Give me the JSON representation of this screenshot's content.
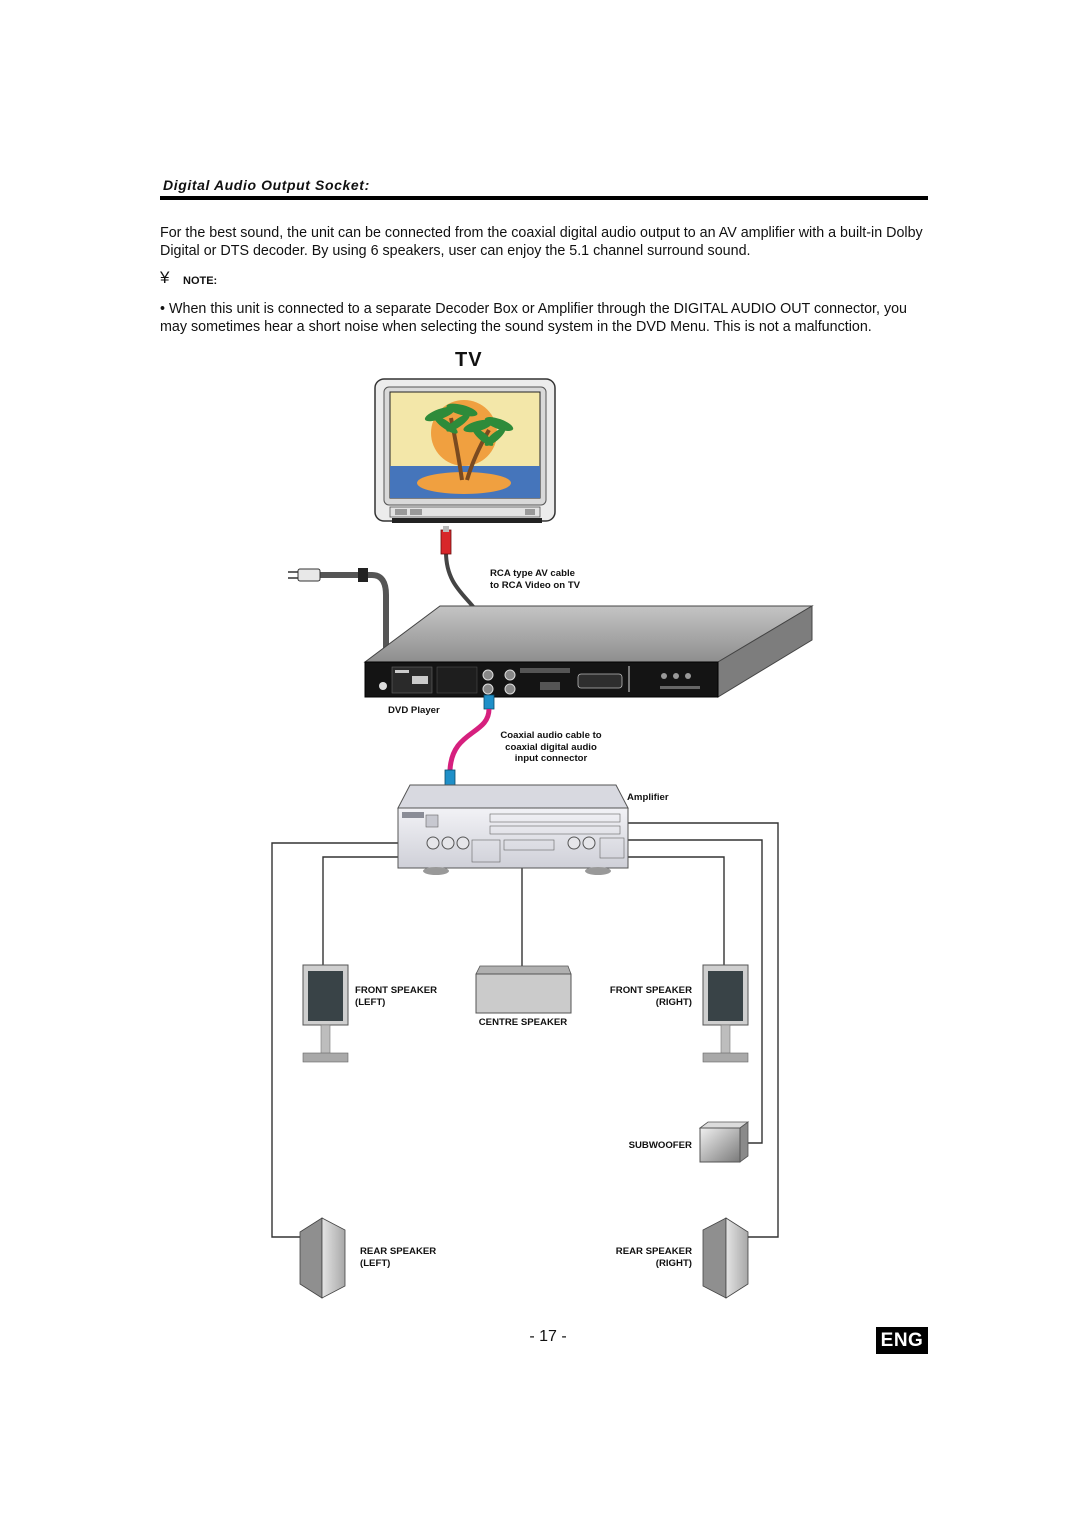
{
  "section": {
    "heading": "Digital Audio Output Socket:"
  },
  "intro": "For the best sound, the unit can be connected from the coaxial digital audio output  to an AV amplifier with a built-in Dolby Digital or DTS decoder. By using 6 speakers, user can enjoy the 5.1 channel surround sound.",
  "note": {
    "icon": "note-icon",
    "symbol": "¥",
    "label": "NOTE:"
  },
  "bullet": {
    "marker": "•",
    "text": "When this unit is connected to a separate Decoder Box or Amplifier through the DIGITAL  AUDIO OUT connector, you may sometimes hear a short noise when selecting the sound system in the DVD Menu. This is not a malfunction."
  },
  "diagram": {
    "tv_label": "TV",
    "rca_cable": [
      "RCA type AV cable",
      "to RCA Video on TV"
    ],
    "dvd_player": "DVD Player",
    "coax_cable": [
      "Coaxial audio cable to",
      "coaxial digital audio",
      "input connector"
    ],
    "amplifier": "Amplifier",
    "front_left": [
      "FRONT SPEAKER",
      "(LEFT)"
    ],
    "front_right": [
      "FRONT SPEAKER",
      "(RIGHT)"
    ],
    "centre": "CENTRE SPEAKER",
    "subwoofer": "SUBWOOFER",
    "rear_left": [
      "REAR SPEAKER",
      "(LEFT)"
    ],
    "rear_right": [
      "REAR SPEAKER",
      "(RIGHT)"
    ],
    "colors": {
      "rca_plug": "#d8262a",
      "coax_cable": "#d6207e",
      "coax_plug": "#1f8fc8",
      "sea": "#3a68b0",
      "sun": "#f0a040"
    }
  },
  "footer": {
    "page_number": "- 17 -",
    "language": "ENG"
  }
}
